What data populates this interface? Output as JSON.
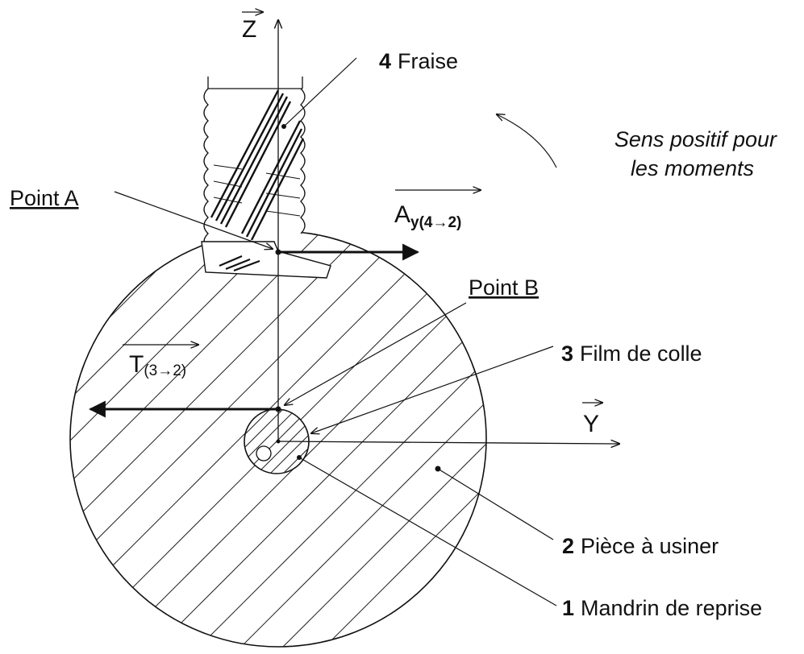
{
  "labels": {
    "z_axis": "Z",
    "y_axis": "Y",
    "fraise_num": "4",
    "fraise": "Fraise",
    "sens_line1": "Sens positif pour",
    "sens_line2": "les moments",
    "point_a": "Point A",
    "ay_main": "A",
    "ay_sub": "y(4→2)",
    "point_b": "Point B",
    "film_num": "3",
    "film": "Film de colle",
    "t_main": "T",
    "t_sub": "(3→2)",
    "piece_num": "2",
    "piece": "Pièce à usiner",
    "mandrin_num": "1",
    "mandrin": "Mandrin de reprise"
  }
}
